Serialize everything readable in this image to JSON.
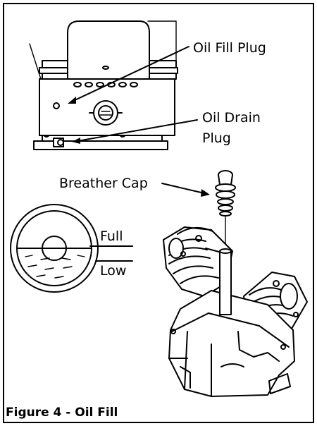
{
  "labels": {
    "oil_fill_plug": "Oil Fill Plug",
    "oil_drain_plug_line1": "Oil Drain",
    "oil_drain_plug_line2": "Plug",
    "breather_cap": "Breather Cap",
    "gauge_full": "Full",
    "gauge_low": "Low"
  },
  "caption": "Figure 4 - Oil Fill",
  "colors": {
    "ink": "#000000",
    "background": "#ffffff"
  }
}
